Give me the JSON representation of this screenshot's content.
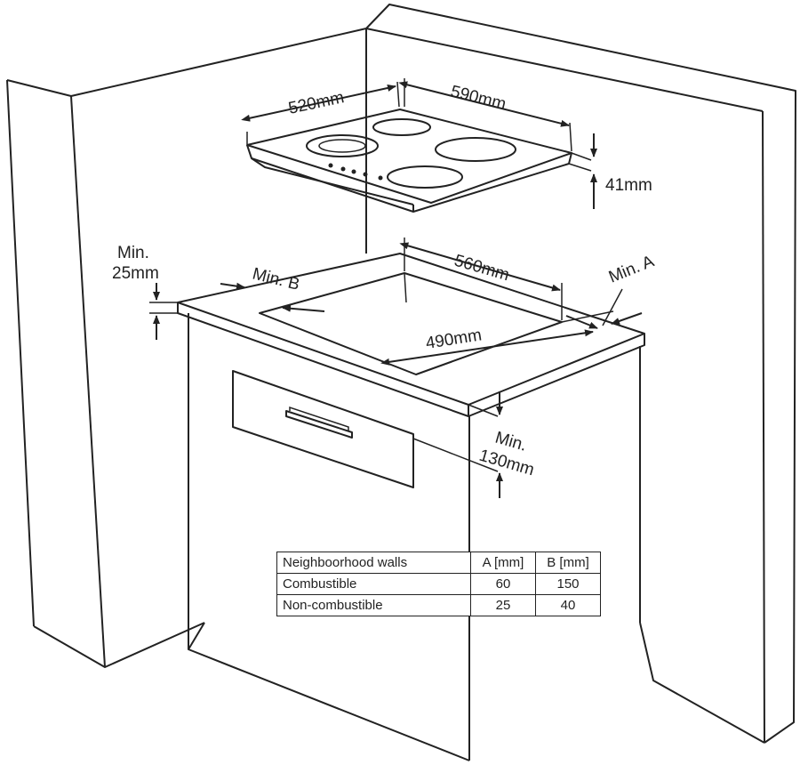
{
  "dimensions": {
    "hob_depth": "520mm",
    "hob_width": "590mm",
    "hob_height": "41mm",
    "cutout_width": "560mm",
    "cutout_depth": "490mm",
    "min_a": "Min. A",
    "min_b": "Min. B",
    "min_25_label": "Min.",
    "min_25_value": "25mm",
    "min_130_label": "Min.",
    "min_130_value": "130mm"
  },
  "table": {
    "headers": [
      "Neighboorhood walls",
      "A [mm]",
      "B [mm]"
    ],
    "rows": [
      [
        "Combustible",
        "60",
        "150"
      ],
      [
        "Non-combustible",
        "25",
        "40"
      ]
    ]
  }
}
